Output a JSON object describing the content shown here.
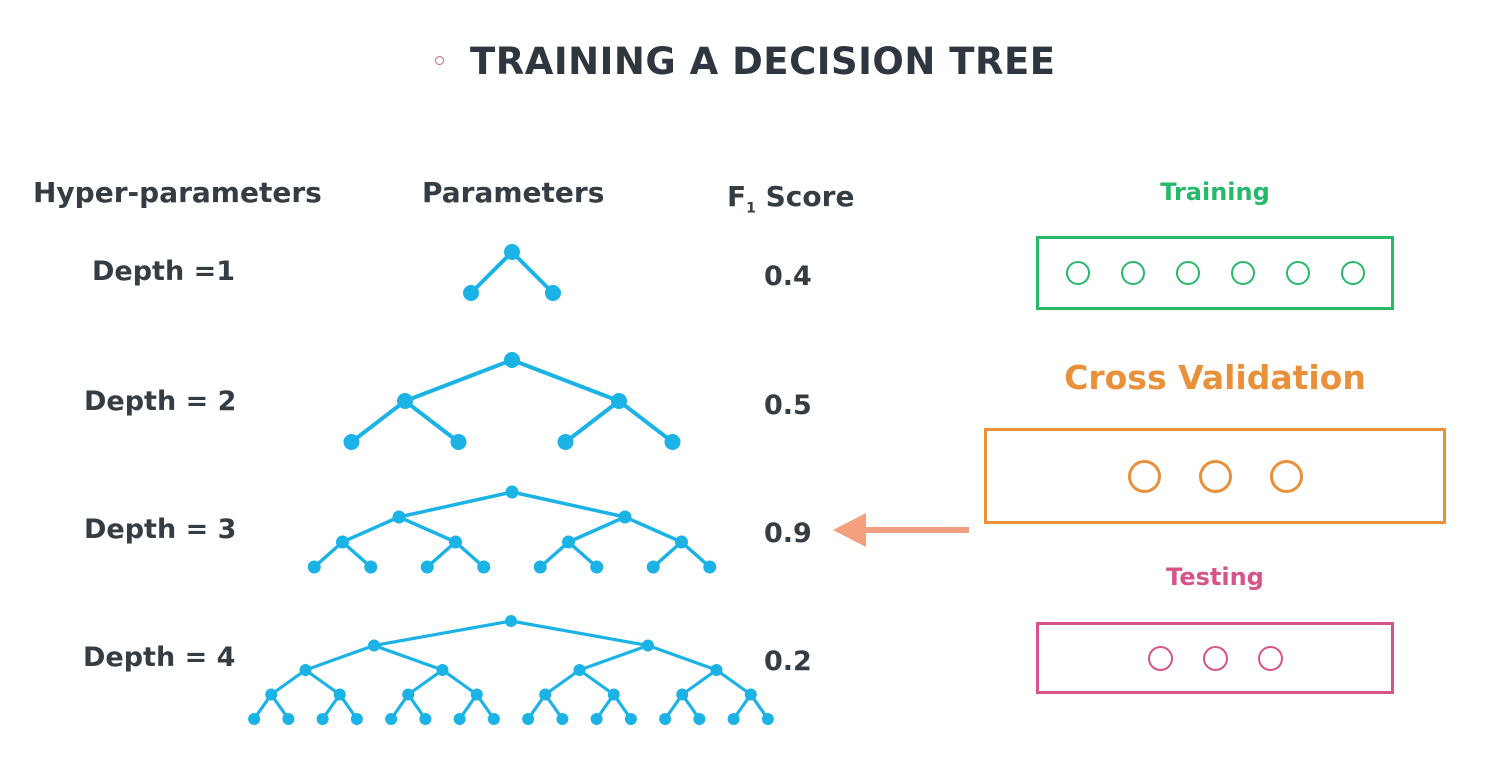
{
  "title": "TRAINING A DECISION TREE",
  "headers": {
    "hyper": "Hyper-parameters",
    "params": "Parameters",
    "f1_main": "F",
    "f1_sub": "1",
    "f1_rest": " Score"
  },
  "rows": [
    {
      "depth_label": "Depth =1",
      "depth": 1,
      "score": "0.4"
    },
    {
      "depth_label": "Depth = 2",
      "depth": 2,
      "score": "0.5"
    },
    {
      "depth_label": "Depth = 3",
      "depth": 3,
      "score": "0.9"
    },
    {
      "depth_label": "Depth = 4",
      "depth": 4,
      "score": "0.2"
    }
  ],
  "panels": {
    "training": {
      "label": "Training",
      "count": 6,
      "color": "#27b86a"
    },
    "cross_validation": {
      "label": "Cross Validation",
      "count": 3,
      "color": "#e8913a"
    },
    "testing": {
      "label": "Testing",
      "count": 3,
      "color": "#d6548a"
    }
  },
  "colors": {
    "tree": "#1bb2e6",
    "arrow": "#f4a07e",
    "bullet": "#d0607e"
  }
}
